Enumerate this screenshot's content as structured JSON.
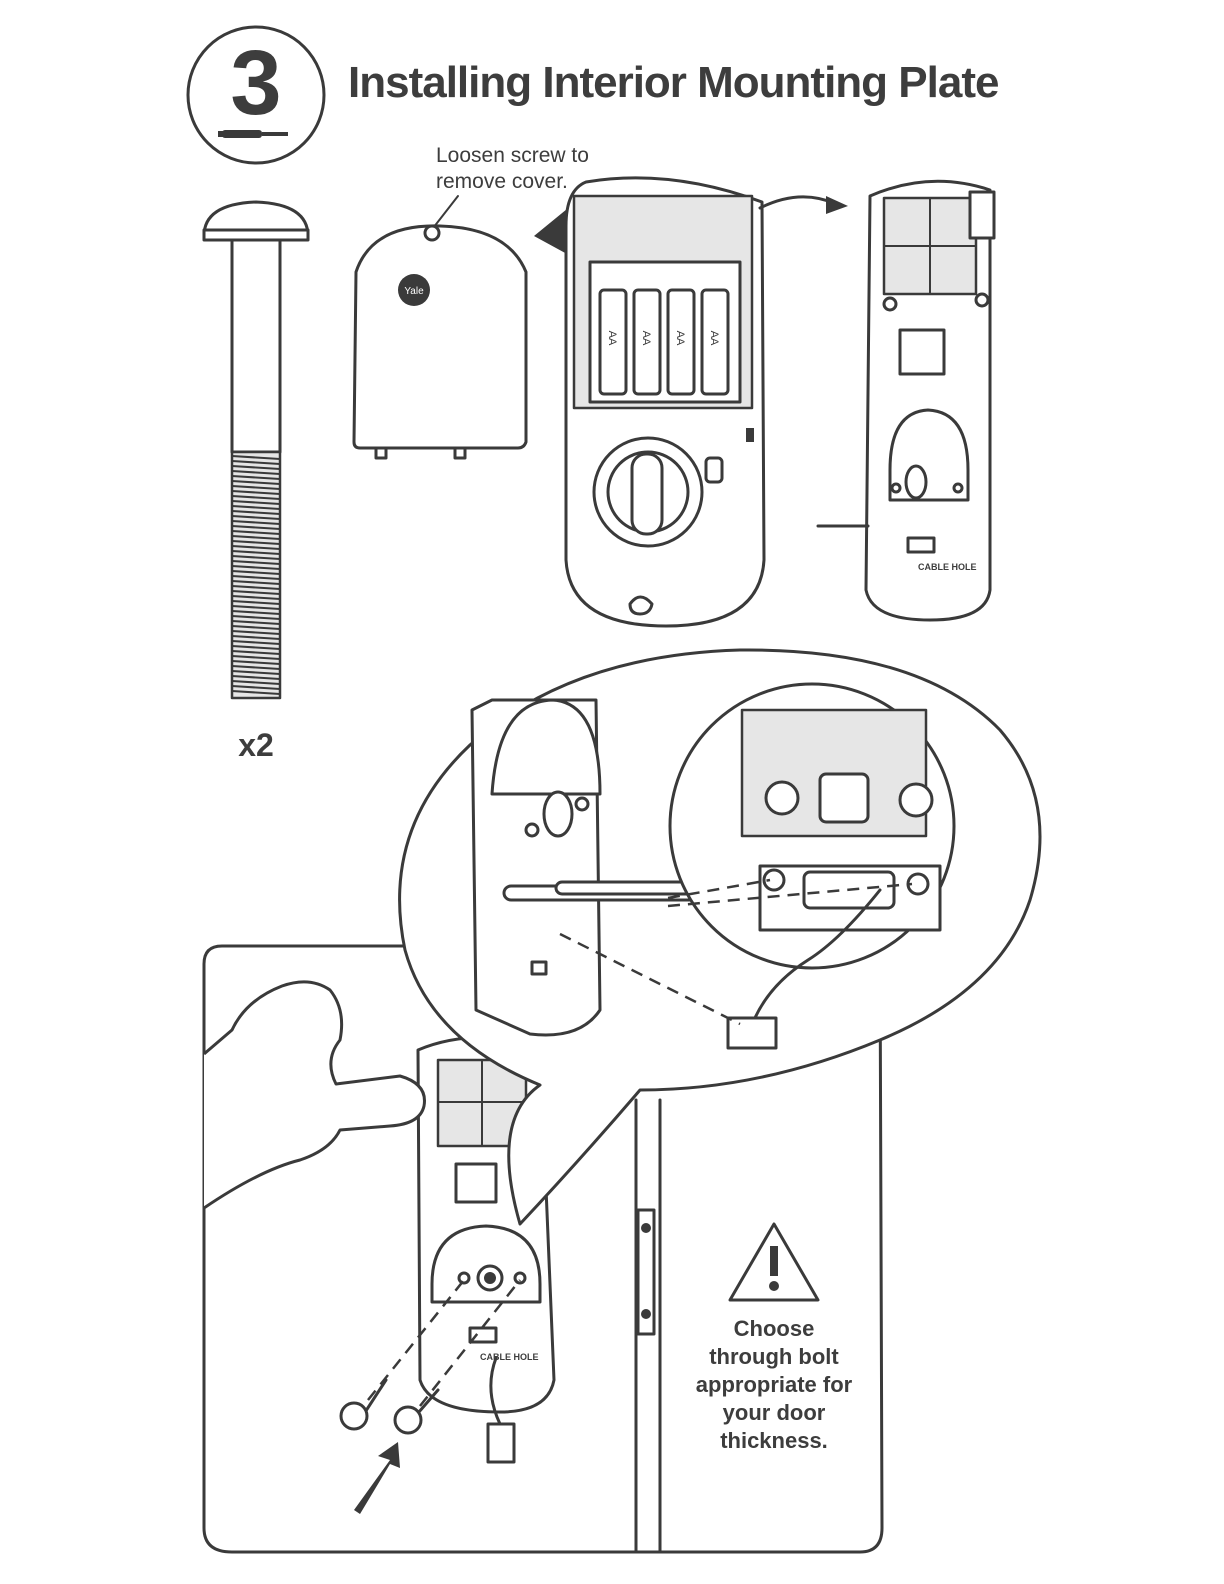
{
  "step": {
    "number": "3",
    "title": "Installing Interior Mounting Plate"
  },
  "callouts": {
    "loosen_screw_line1": "Loosen screw to",
    "loosen_screw_line2": "remove cover.",
    "quantity": "x2"
  },
  "labels": {
    "cover_logo": "Yale",
    "battery": "AA",
    "cable_hole": "CABLE HOLE"
  },
  "warning": {
    "icon": "warning-triangle-icon",
    "lines": [
      "Choose",
      "through bolt",
      "appropriate for",
      "your door",
      "thickness."
    ]
  },
  "icons": {
    "tool": "screwdriver-icon"
  },
  "colors": {
    "ink": "#3a3a3a",
    "paper": "#ffffff"
  }
}
